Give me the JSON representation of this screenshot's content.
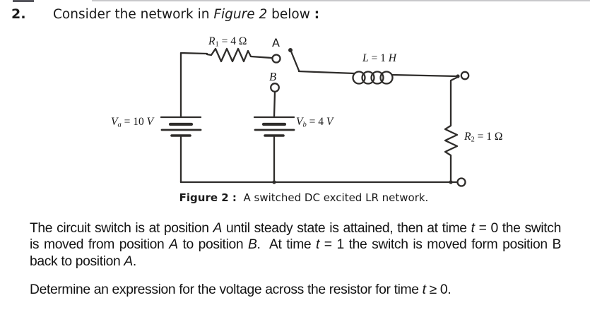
{
  "colors": {
    "ink": "#1a1a1a",
    "wire": "#2e2c2a"
  },
  "header": {
    "problem_number": "2.",
    "prompt_segments": [
      {
        "t": "Consider the network in "
      },
      {
        "t": "Figure 2",
        "i": true
      },
      {
        "t": " below "
      },
      {
        "t": ":",
        "b": true
      }
    ]
  },
  "figure": {
    "caption_segments": [
      {
        "t": "Figure 2 :",
        "b": true
      },
      {
        "t": "  A switched DC excited LR network."
      }
    ],
    "labels": {
      "r1_segments": [
        {
          "t": "R",
          "i": true
        },
        {
          "t": "1",
          "sub": true
        },
        {
          "t": " = 4 Ω"
        }
      ],
      "terminal_a": "A",
      "terminal_b_segments": [
        {
          "t": "B",
          "i": true
        }
      ],
      "inductor_segments": [
        {
          "t": "L",
          "i": true
        },
        {
          "t": " = 1 "
        },
        {
          "t": "H",
          "i": true
        }
      ],
      "va_segments": [
        {
          "t": "V",
          "i": true
        },
        {
          "t": "a",
          "i": true,
          "sub": true
        },
        {
          "t": " = 10 "
        },
        {
          "t": "V",
          "i": true
        }
      ],
      "vb_segments": [
        {
          "t": "V",
          "i": true
        },
        {
          "t": "b",
          "i": true,
          "sub": true
        },
        {
          "t": " = 4 "
        },
        {
          "t": "V",
          "i": true
        }
      ],
      "r2_segments": [
        {
          "t": "R",
          "i": true
        },
        {
          "t": "2",
          "sub": true
        },
        {
          "t": " = 1 Ω"
        }
      ]
    }
  },
  "body": {
    "para1_segments": [
      {
        "t": "The circuit switch is at position "
      },
      {
        "t": "A",
        "i": true
      },
      {
        "t": " until steady state is attained, then at time "
      },
      {
        "t": "t",
        "i": true
      },
      {
        "t": " = 0 the switch is moved from position "
      },
      {
        "t": "A",
        "i": true
      },
      {
        "t": " to position "
      },
      {
        "t": "B",
        "i": true
      },
      {
        "t": ".  At time "
      },
      {
        "t": "t",
        "i": true
      },
      {
        "t": " = 1 the switch is moved form position B back to position "
      },
      {
        "t": "A",
        "i": true
      },
      {
        "t": "."
      }
    ],
    "para2_segments": [
      {
        "t": "Determine an expression for the voltage across the resistor for time "
      },
      {
        "t": "t",
        "i": true
      },
      {
        "t": " ≥ 0."
      }
    ]
  }
}
